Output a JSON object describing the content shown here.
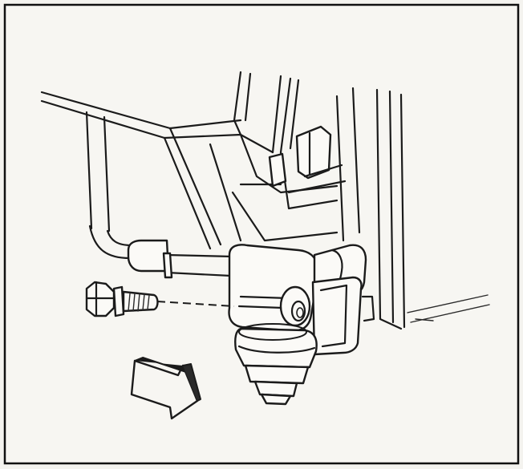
{
  "figure": {
    "paper_color": "#f4f3ef",
    "ink_color": "#1b1b1b",
    "border_color": "#111111",
    "arrow_direction": "down-right",
    "parts": [
      "frame-rail",
      "hose-pipe",
      "sensor-bracket",
      "fastener-bolt",
      "motion-arrow"
    ]
  }
}
